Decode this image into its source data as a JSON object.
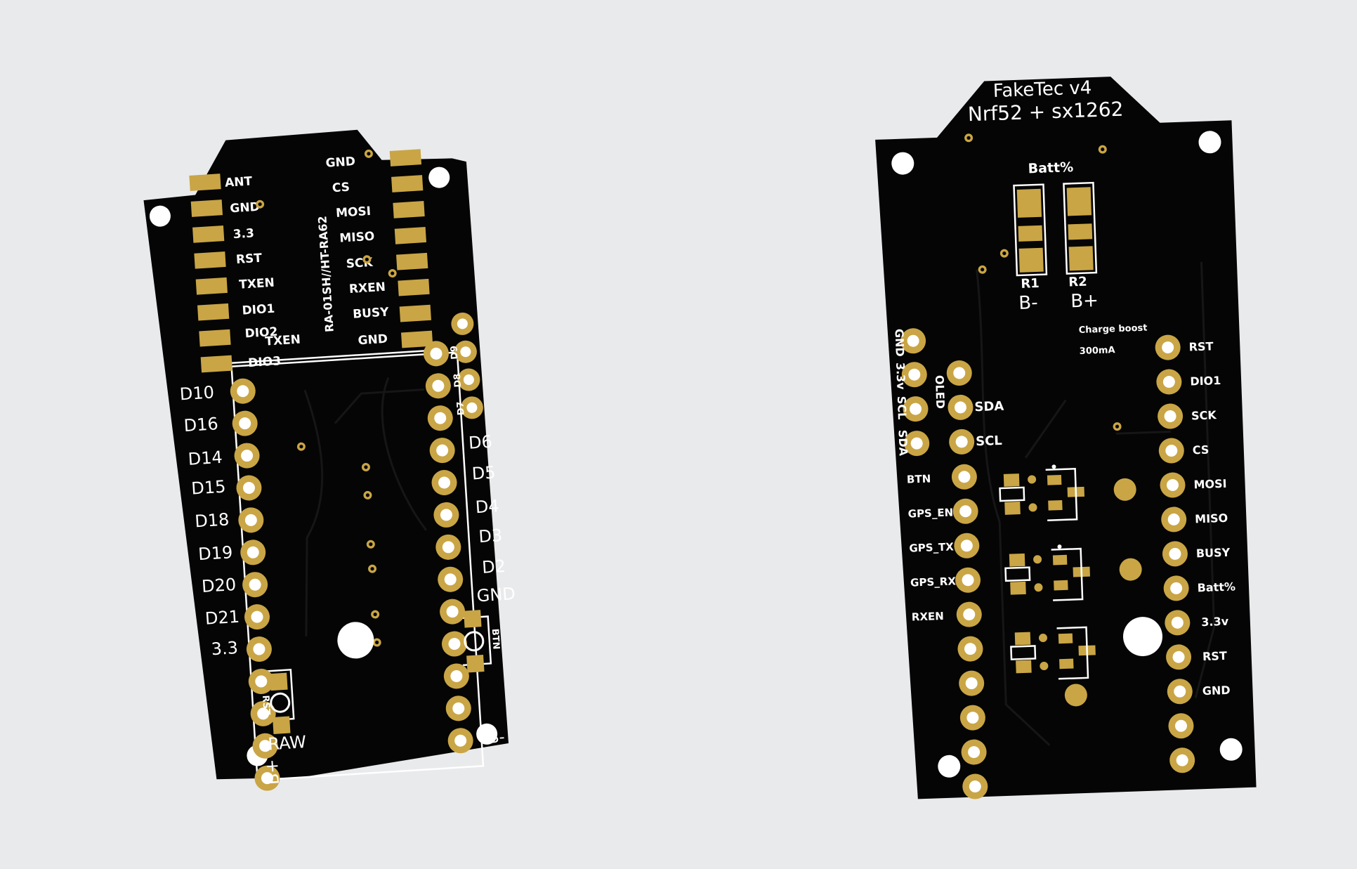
{
  "colors": {
    "background": "#e9eaec",
    "pcb_soldermask": "#050505",
    "copper_pad": "#c9a545",
    "silkscreen": "#ffffff"
  },
  "left_board": {
    "module_left_labels": [
      "ANT",
      "GND",
      "3.3",
      "RST",
      "TXEN",
      "DIO1",
      "DIO2",
      "DIO3"
    ],
    "module_extra_label": "TXEN",
    "module_right_labels": [
      "GND",
      "CS",
      "MOSI",
      "MISO",
      "SCK",
      "RXEN",
      "BUSY",
      "GND"
    ],
    "module_name": "RA-01SH//HT-RA62",
    "left_pin_labels": [
      "D10",
      "D16",
      "D14",
      "D15",
      "D18",
      "D19",
      "D20",
      "D21",
      "3.3"
    ],
    "right_top_labels": [
      "D9",
      "D8",
      "D7"
    ],
    "right_pin_labels": [
      "D6",
      "D5",
      "D4",
      "D3",
      "D2",
      "GND"
    ],
    "btn_label": "BTN",
    "rst_label": "RST",
    "raw_label": "RAW",
    "bplus_label": "B+",
    "bminus_label": "B-"
  },
  "right_board": {
    "title_line1": "FakeTec v4",
    "title_line2": "Nrf52 + sx1262",
    "batt_label": "Batt%",
    "r1_label": "R1",
    "r2_label": "R2",
    "bminus_label": "B-",
    "bplus_label": "B+",
    "charge_label": "Charge boost",
    "current_label": "300mA",
    "oled_label": "OLED",
    "oled_pins": [
      "GND",
      "3.3v",
      "SCL",
      "SDA"
    ],
    "sda_label": "SDA",
    "scl_label": "SCL",
    "left_pin_labels": [
      "BTN",
      "GPS_EN",
      "GPS_TX",
      "GPS_RX",
      "RXEN"
    ],
    "right_pin_labels": [
      "RST",
      "DIO1",
      "SCK",
      "CS",
      "MOSI",
      "MISO",
      "BUSY",
      "Batt%",
      "3.3v",
      "RST",
      "GND"
    ]
  }
}
